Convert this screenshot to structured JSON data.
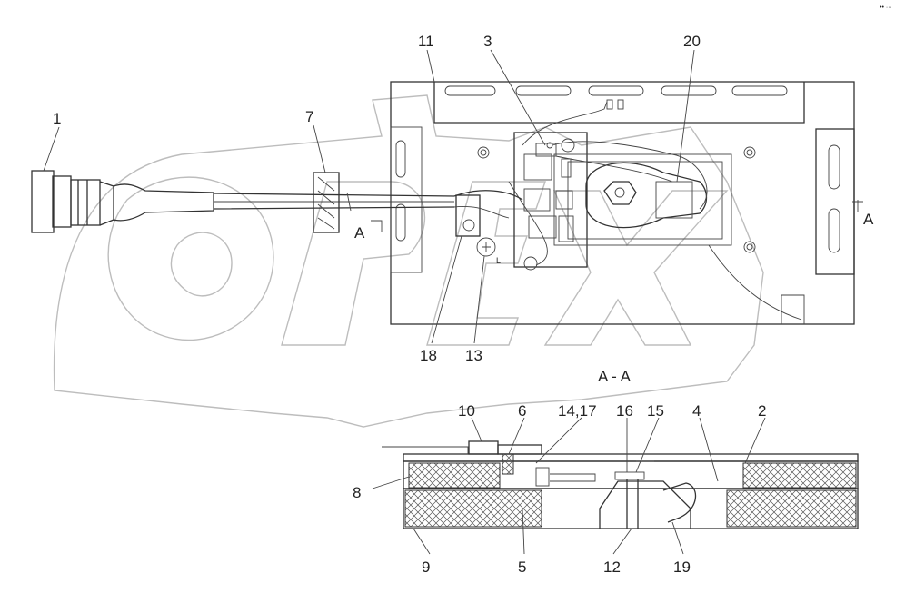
{
  "drawing": {
    "section_title": "A - A",
    "section_mark_left": "A",
    "section_mark_right": "A",
    "corner_note": "•• ···",
    "watermark": "OPEX",
    "callouts_top": [
      "1",
      "7",
      "11",
      "3",
      "20",
      "18",
      "13"
    ],
    "callouts_section": [
      "10",
      "6",
      "14,17",
      "16",
      "15",
      "4",
      "2",
      "8",
      "9",
      "5",
      "12",
      "19"
    ]
  }
}
